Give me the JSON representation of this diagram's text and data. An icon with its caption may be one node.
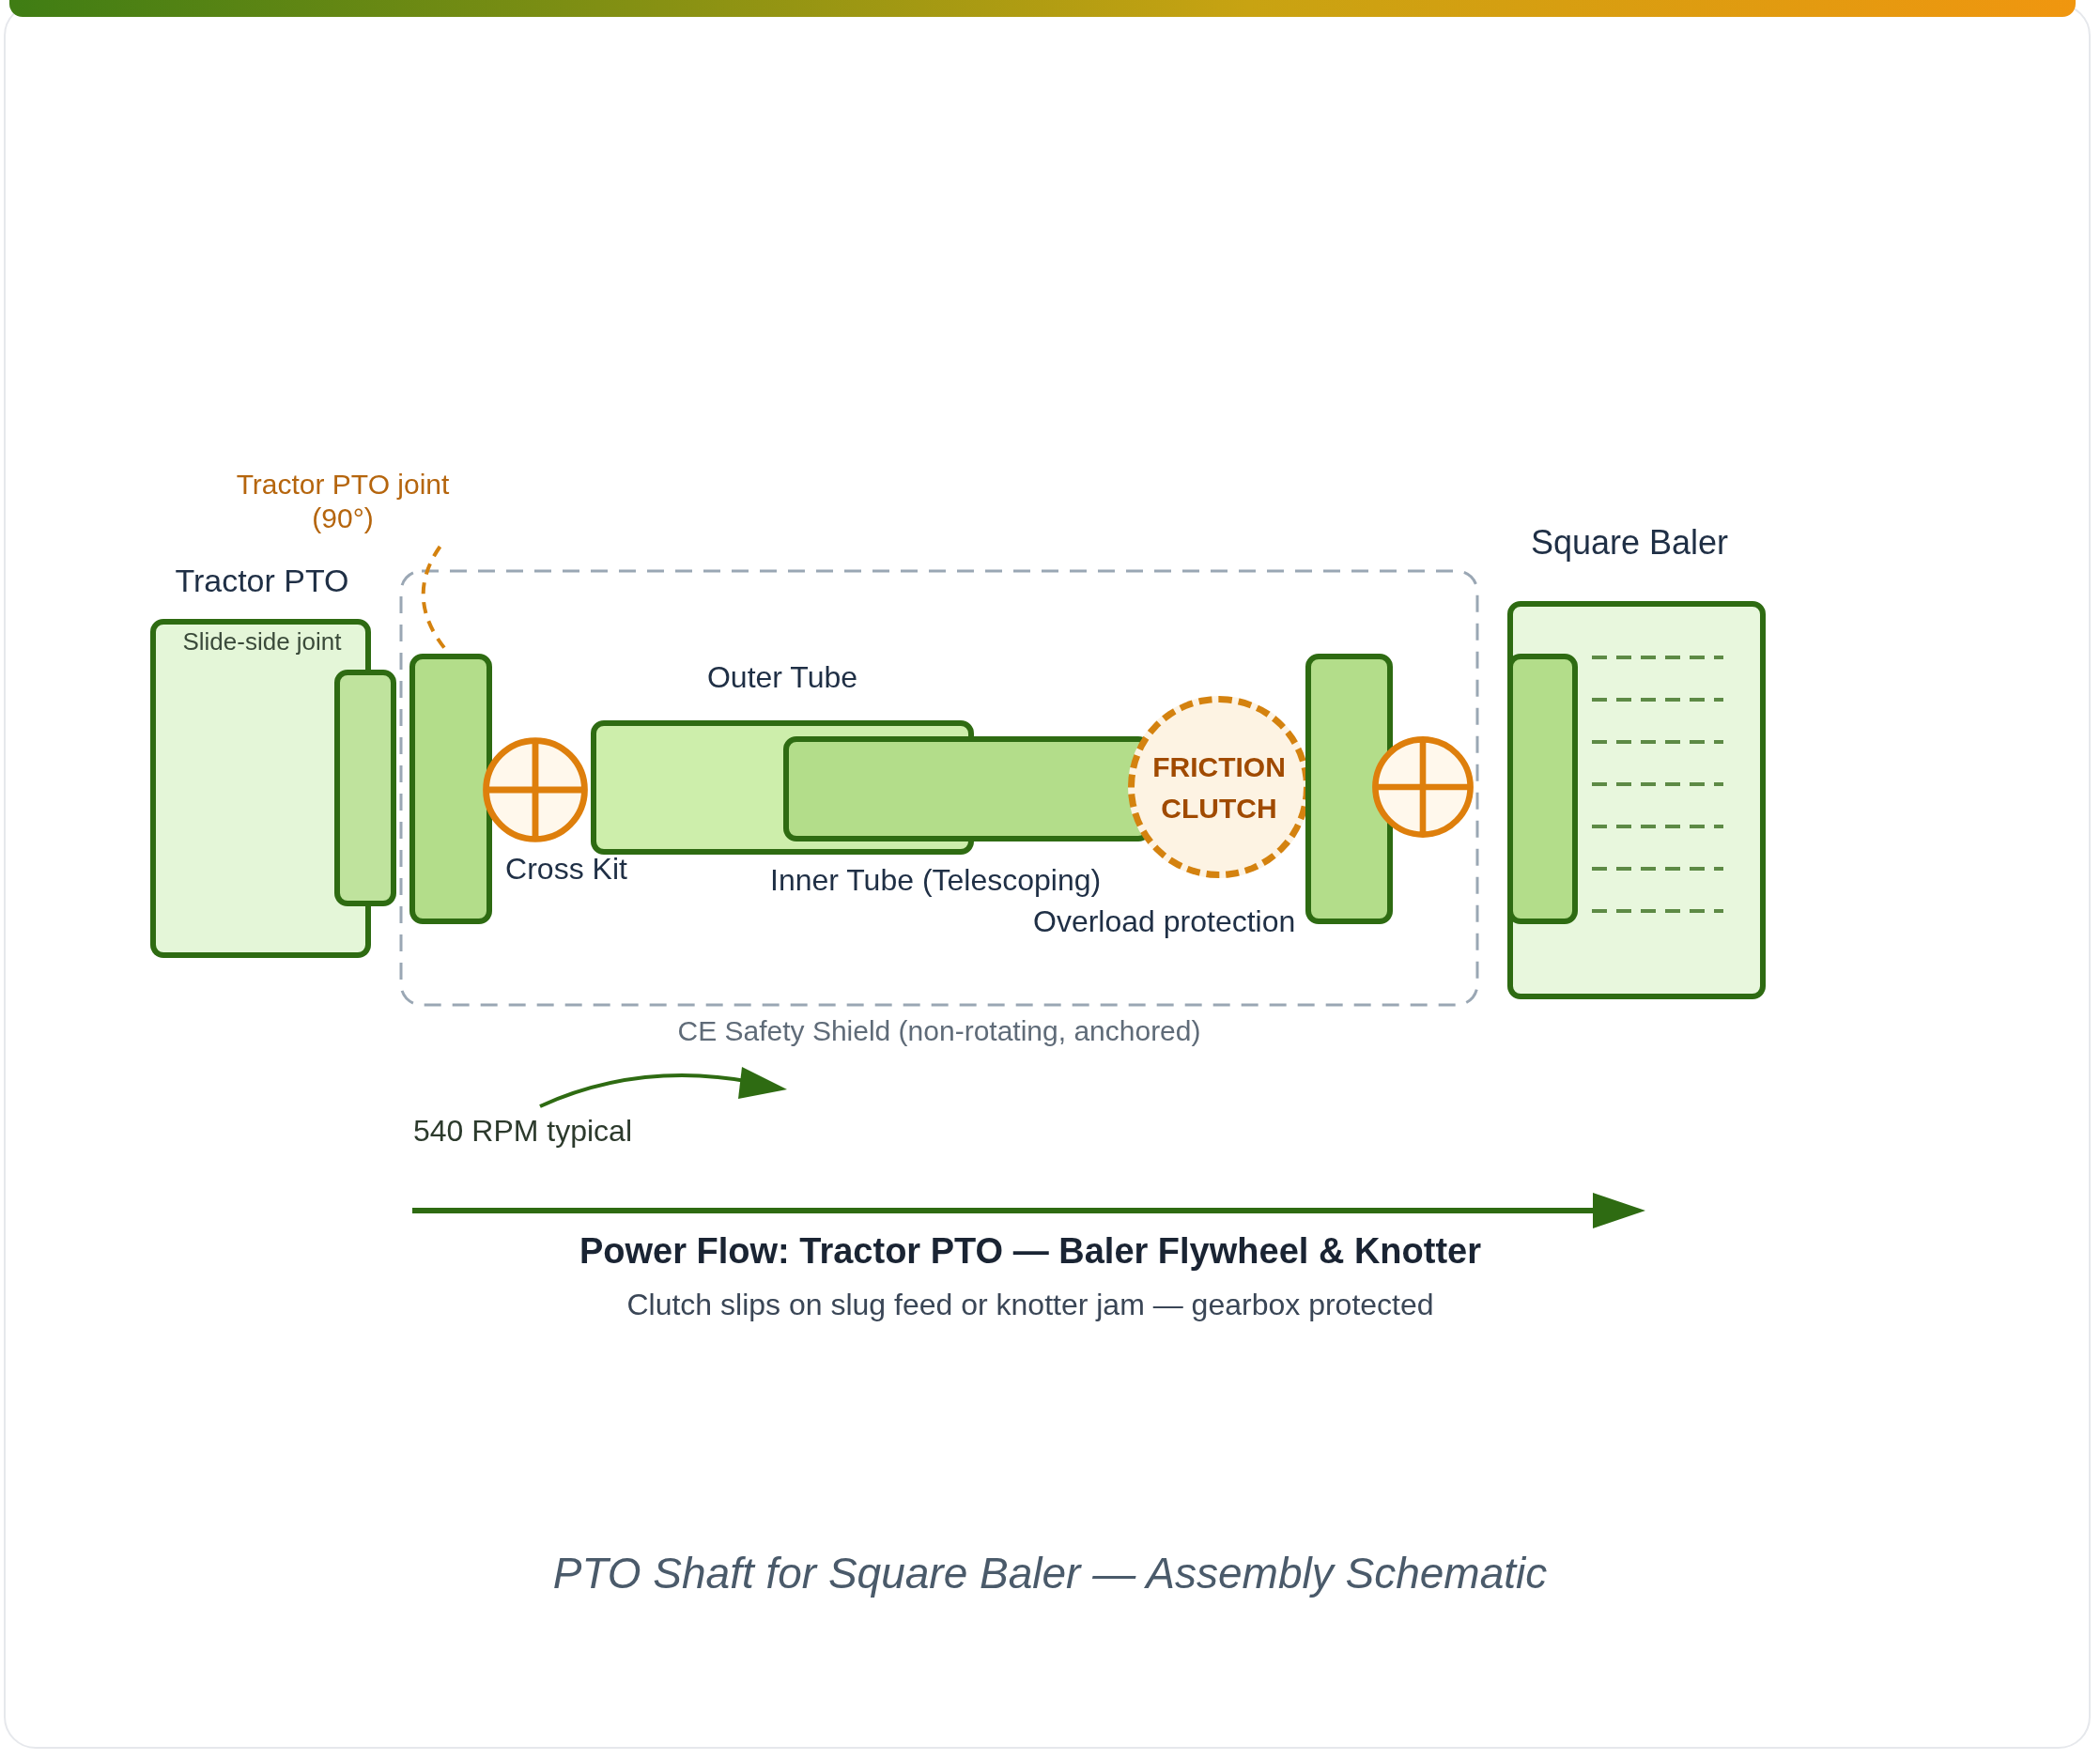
{
  "diagram": {
    "caption": "PTO Shaft for Square Baler — Assembly Schematic",
    "nodes": [
      {
        "text": [
          "Tractor PTO",
          "Slide-side joint"
        ]
      },
      {
        "text": [],
        "shape": "box"
      },
      {
        "text": [
          "CE Safety Shield (non-rotating, anchored)"
        ]
      },
      {
        "text": [],
        "shape": "box",
        "in": 2
      },
      {
        "text": [
          "Tractor PTO joint (90°)"
        ]
      },
      {
        "text": [
          "Cross Kit"
        ],
        "in": 2
      },
      {
        "text": [
          "Outer Tube"
        ],
        "in": 2
      },
      {
        "text": [
          "Inner Tube (Telescoping)"
        ],
        "in": 2
      },
      {
        "text": [
          "FRICTION CLUTCH",
          "Overload protection"
        ],
        "in": 2
      },
      {
        "text": [],
        "shape": "box",
        "in": 2
      },
      {
        "text": [],
        "shape": "circle",
        "in": 2
      },
      {
        "text": [
          "Square Baler"
        ]
      },
      {
        "text": [],
        "shape": "box",
        "in": 11
      }
    ],
    "edges": [
      {
        "from": 4,
        "to": 3,
        "arrow": "none",
        "style": "dashed",
        "color": "#d4820f"
      }
    ],
    "labels": [
      "540 RPM typical",
      "Power Flow: Tractor PTO — Baler Flywheel & Knotter",
      "Clutch slips on slug feed or knotter jam — gearbox protected"
    ]
  }
}
